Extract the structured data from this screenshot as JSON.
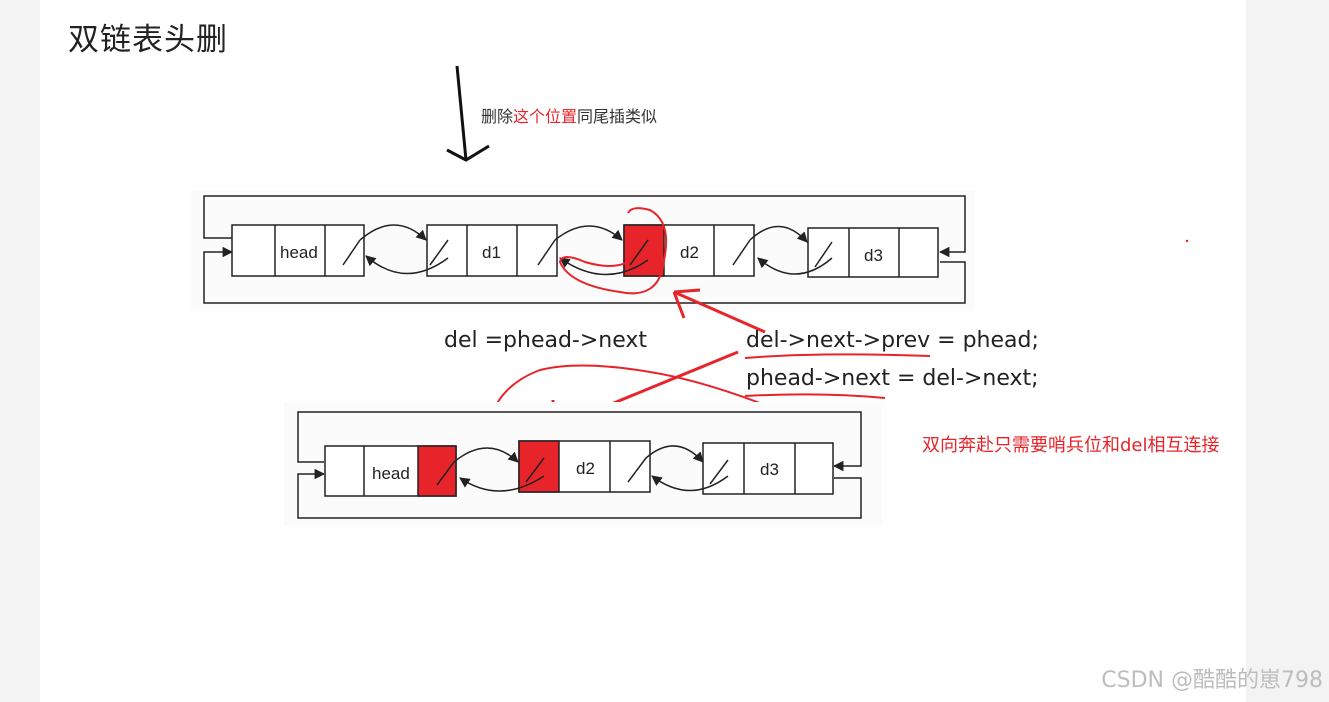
{
  "title": "双链表头删",
  "note": {
    "prefix": "删除",
    "highlight": "这个位置",
    "suffix": "同尾插类似"
  },
  "diagram_top": {
    "nodes": [
      "head",
      "d1",
      "d2",
      "d3"
    ]
  },
  "diagram_bottom": {
    "nodes": [
      "head",
      "d2",
      "d3"
    ]
  },
  "code": {
    "line1": "del =phead->next",
    "line2": "del->next->prev = phead;",
    "line3": "phead->next = del->next;"
  },
  "side_note": "双向奔赴只需要哨兵位和del相互连接",
  "watermark": "CSDN @酷酷的崽798",
  "colors": {
    "highlight": "#e8242b",
    "line": "#222222"
  }
}
